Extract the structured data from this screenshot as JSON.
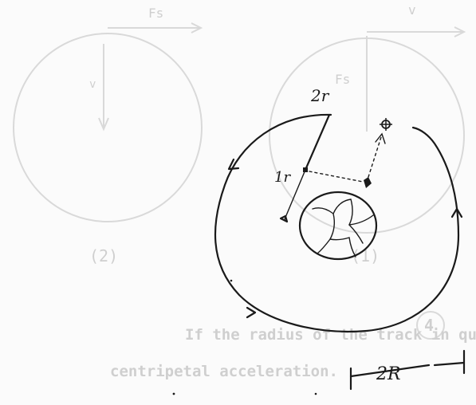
{
  "page": {
    "colors": {
      "ink": "#1a1a1a",
      "ghost": "#d3d3d3",
      "paper": "#fbfbfb"
    }
  },
  "faint_printed": {
    "force_label_left": "Fs",
    "velocity_label_left": "v",
    "velocity_label_right": "v",
    "force_label_right": "Fs",
    "figure_label_left": "(2)",
    "figure_label_right": "(1)",
    "question_number": "4",
    "question_line1": "If the radius of the track in que",
    "question_line2": "centripetal acceleration."
  },
  "handwritten": {
    "label_2r": "2r",
    "label_1r": "1r",
    "label_2R": "2R"
  }
}
